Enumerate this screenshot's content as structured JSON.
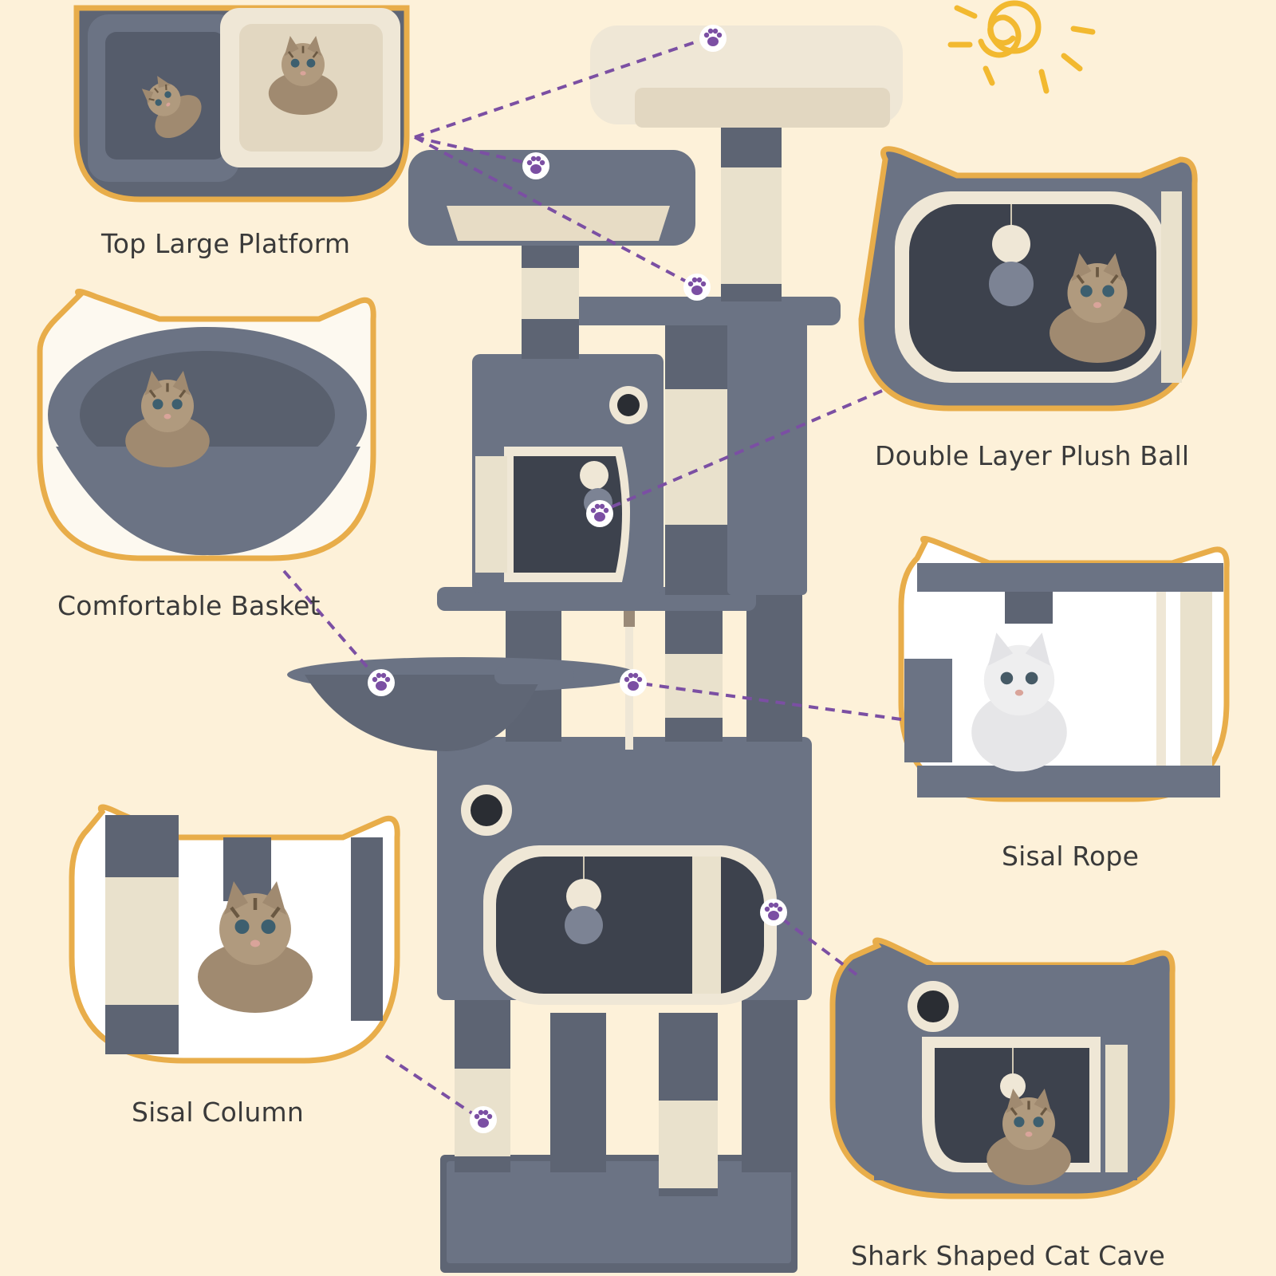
{
  "labels": {
    "top_platform": "Top Large Platform",
    "plush_ball": "Double Layer Plush Ball",
    "basket": "Comfortable Basket",
    "sisal_rope": "Sisal Rope",
    "sisal_column": "Sisal Column",
    "cave": "Shark Shaped Cat Cave"
  },
  "colors": {
    "background": "#fdf1d9",
    "frame_gold": "#e8ad4a",
    "plush_gray": "#6b7384",
    "plush_dark": "#555c6b",
    "cream": "#efe7d6",
    "sisal": "#e9e1cc",
    "paw_purple": "#7b4fa3",
    "sun": "#f2b930"
  }
}
